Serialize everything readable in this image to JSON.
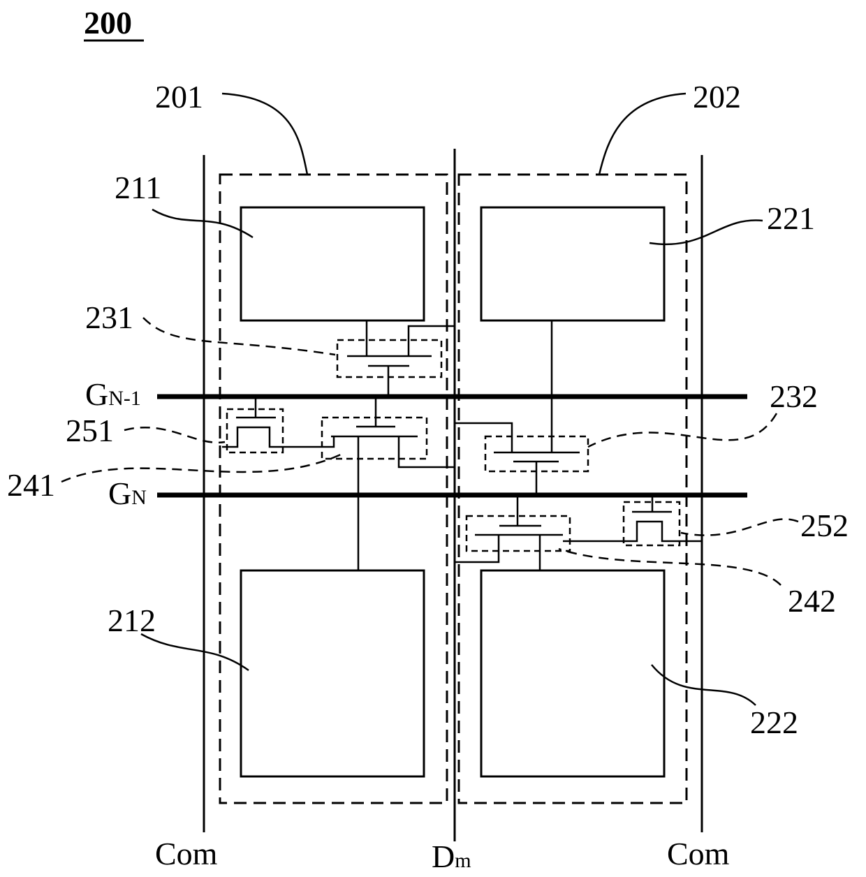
{
  "figure_number": "200",
  "regions": [
    {
      "id": "201",
      "label": "201"
    },
    {
      "id": "202",
      "label": "202"
    }
  ],
  "electrodes": [
    {
      "id": "211",
      "label": "211"
    },
    {
      "id": "212",
      "label": "212"
    },
    {
      "id": "221",
      "label": "221"
    },
    {
      "id": "222",
      "label": "222"
    }
  ],
  "transistors": [
    {
      "id": "231",
      "label": "231"
    },
    {
      "id": "232",
      "label": "232"
    },
    {
      "id": "241",
      "label": "241"
    },
    {
      "id": "242",
      "label": "242"
    },
    {
      "id": "251",
      "label": "251"
    },
    {
      "id": "252",
      "label": "252"
    }
  ],
  "gate_lines": [
    {
      "id": "gn-1",
      "main": "G",
      "sub": "N-1"
    },
    {
      "id": "gn",
      "main": "G",
      "sub": "N"
    }
  ],
  "data_line": {
    "main": "D",
    "sub": "m"
  },
  "common_lines": [
    {
      "id": "com-left",
      "label": "Com"
    },
    {
      "id": "com-right",
      "label": "Com"
    }
  ]
}
